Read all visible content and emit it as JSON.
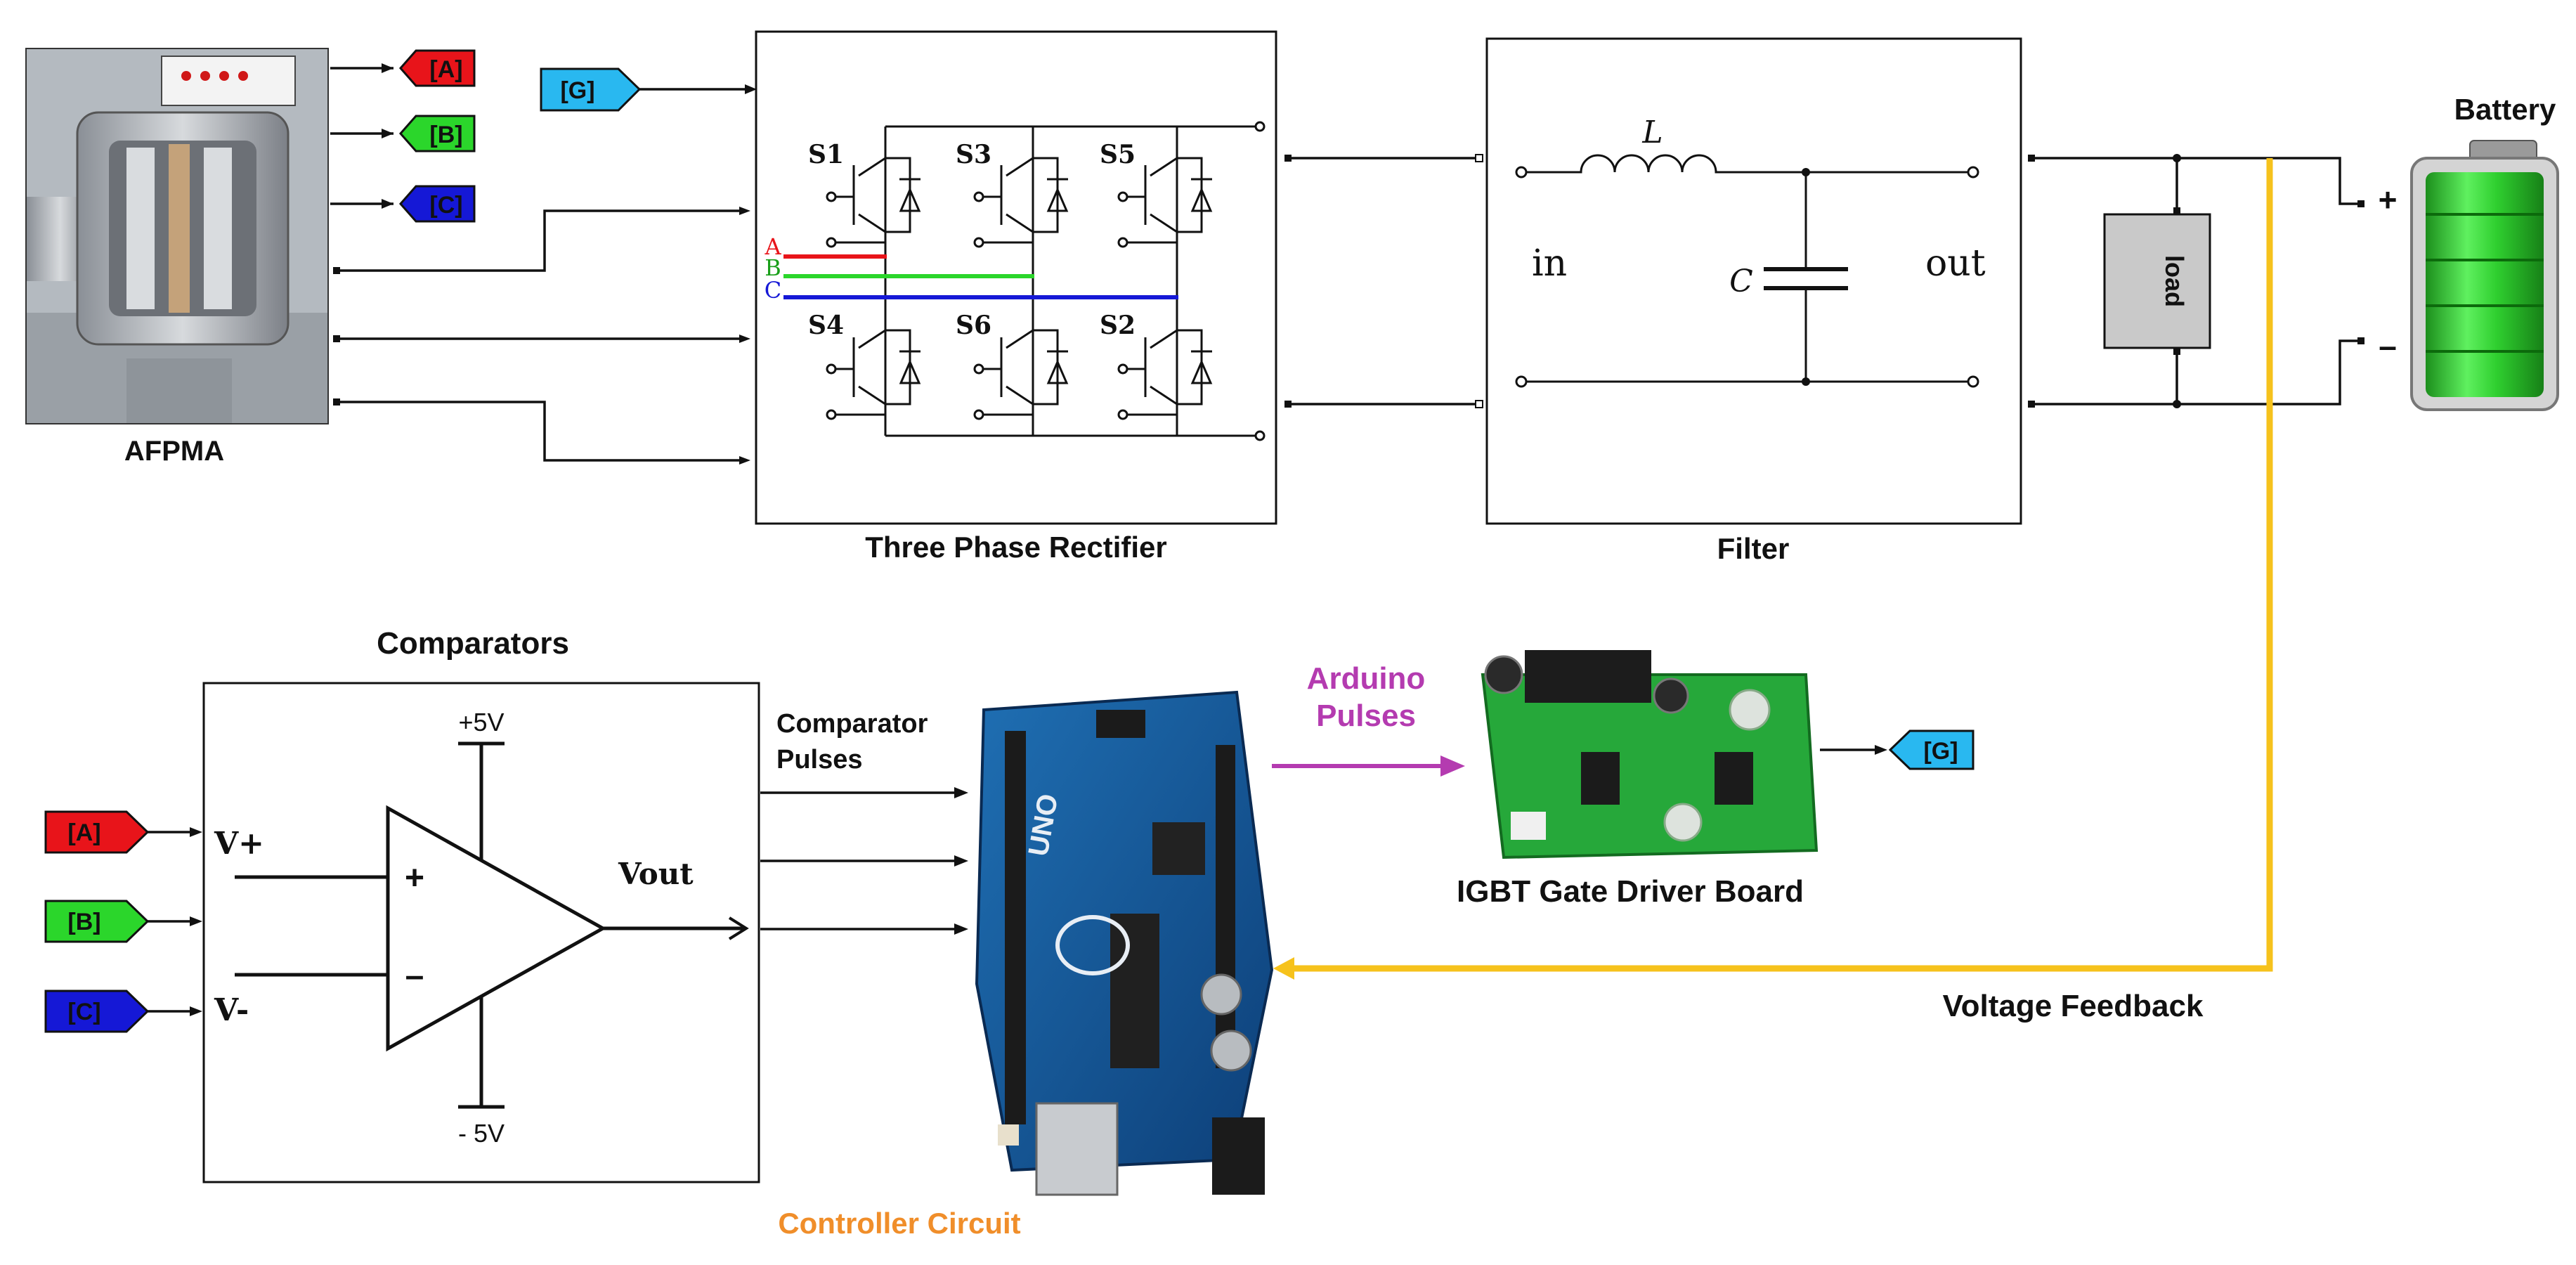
{
  "colors": {
    "red": "#e8141a",
    "green": "#2bd62b",
    "blue": "#1518d6",
    "cyan": "#29b8f0",
    "orange": "#f08e2a",
    "magenta": "#b43bb0",
    "feedback": "#f6c21c"
  },
  "machine": {
    "label": "AFPMA"
  },
  "tags": {
    "a": "[A]",
    "b": "[B]",
    "c": "[C]",
    "g": "[G]"
  },
  "rectifier": {
    "label": "Three Phase Rectifier",
    "switches": [
      "S1",
      "S3",
      "S5",
      "S4",
      "S6",
      "S2"
    ],
    "phases": [
      "A",
      "B",
      "C"
    ]
  },
  "filter": {
    "label": "Filter",
    "inductor": "L",
    "capacitor": "C",
    "input": "in",
    "output": "out"
  },
  "load": {
    "label": "load"
  },
  "battery": {
    "label": "Battery",
    "plus": "+",
    "minus": "–"
  },
  "comparators": {
    "label": "Comparators",
    "vplus": "V+",
    "vminus": "V-",
    "vout": "Vout",
    "pos_supply": "+5V",
    "neg_supply": "- 5V",
    "plus_sign": "+",
    "minus_sign": "–"
  },
  "signals": {
    "comparator_pulses_1": "Comparator",
    "comparator_pulses_2": "Pulses",
    "arduino_pulses_1": "Arduino",
    "arduino_pulses_2": "Pulses",
    "voltage_feedback": "Voltage Feedback"
  },
  "controller": {
    "label": "Controller Circuit",
    "board_text": "UNO"
  },
  "driver": {
    "label": "IGBT Gate Driver Board"
  }
}
